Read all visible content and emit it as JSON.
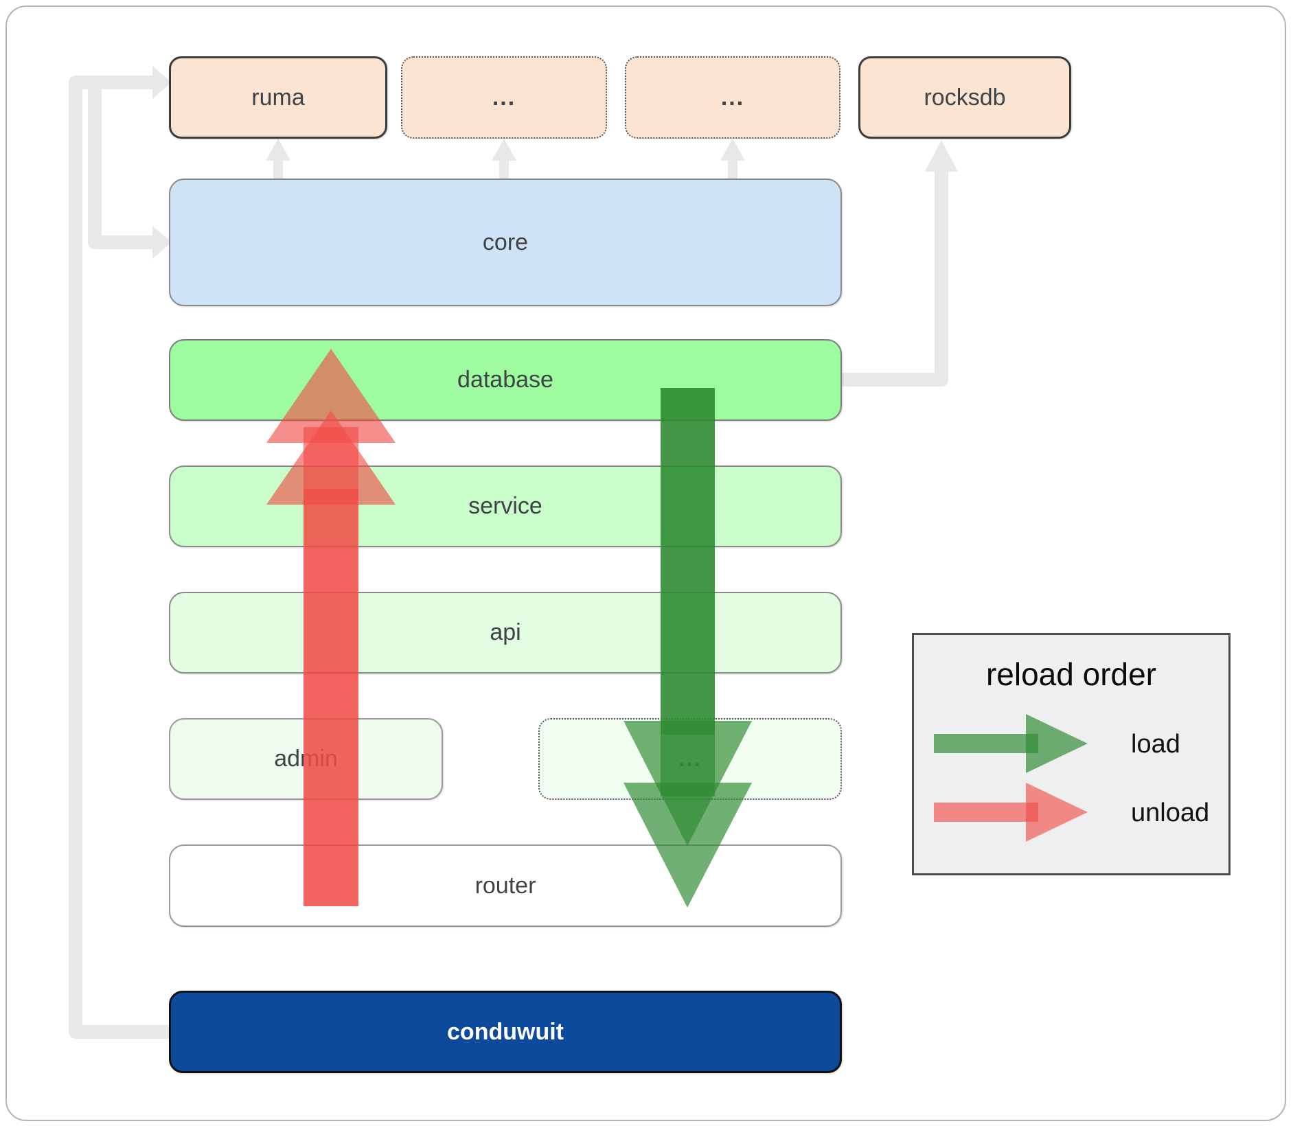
{
  "diagram": {
    "nodes": {
      "ruma": "ruma",
      "dots1": "...",
      "dots2": "...",
      "rocksdb": "rocksdb",
      "core": "core",
      "database": "database",
      "service": "service",
      "api": "api",
      "admin": "admin",
      "dots3": "...",
      "router": "router",
      "conduwuit": "conduwuit"
    },
    "legend": {
      "title": "reload order",
      "load": "load",
      "unload": "unload"
    },
    "colors": {
      "peach_fill": "#fce4d3",
      "core_blue": "#cfe3f7",
      "database_green": "#9ffb9f",
      "service_green": "#c9fdc9",
      "api_green": "#e2fde2",
      "admin_green": "#eefbee",
      "router_white": "#ffffff",
      "conduwuit_navy": "#0d4a9c",
      "load_arrow_green": "rgba(46,139,50,0.68)",
      "unload_arrow_red": "rgba(240,75,70,0.62)",
      "connector_gray": "#e8e8e8",
      "legend_bg": "#efefef"
    },
    "edges": [
      {
        "from": "conduwuit",
        "to": "ruma",
        "type": "dependency"
      },
      {
        "from": "conduwuit",
        "to": "core",
        "type": "dependency"
      },
      {
        "from": "core",
        "to": "ruma",
        "type": "dependency"
      },
      {
        "from": "core",
        "to": "dots1",
        "type": "dependency"
      },
      {
        "from": "core",
        "to": "dots2",
        "type": "dependency"
      },
      {
        "from": "database",
        "to": "rocksdb",
        "type": "dependency"
      },
      {
        "from": "database",
        "to": "router",
        "type": "load"
      },
      {
        "from": "router",
        "to": "database",
        "type": "unload"
      }
    ]
  }
}
